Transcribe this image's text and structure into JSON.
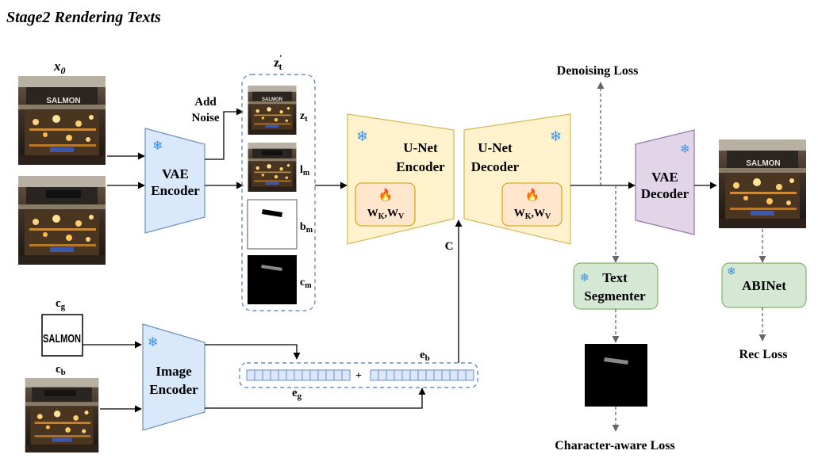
{
  "title": "Stage2 Rendering Texts",
  "inputs": {
    "x0": "x",
    "x0_sub": "0",
    "cg": "c",
    "cg_sub": "g",
    "cg_word": "SALMON",
    "cb": "c",
    "cb_sub": "b",
    "storefront_sign": "SALMON"
  },
  "vae_encoder": {
    "line1": "VAE",
    "line2": "Encoder"
  },
  "add_noise": {
    "line1": "Add",
    "line2": "Noise"
  },
  "latent_group": {
    "label": "z",
    "label_sup": "'",
    "label_sub": "t",
    "items": [
      {
        "name": "z",
        "sub": "t"
      },
      {
        "name": "l",
        "sub": "m"
      },
      {
        "name": "b",
        "sub": "m"
      },
      {
        "name": "c",
        "sub": "m"
      }
    ]
  },
  "unet_encoder": {
    "line1": "U-Net",
    "line2": "Encoder",
    "weights": "W",
    "weights_k": "K",
    "weights_sep": ",W",
    "weights_v": "V"
  },
  "unet_decoder": {
    "line1": "U-Net",
    "line2": "Decoder",
    "weights": "W",
    "weights_k": "K",
    "weights_sep": ",W",
    "weights_v": "V"
  },
  "condition_label": "C",
  "image_encoder": {
    "line1": "Image",
    "line2": "Encoder"
  },
  "embeddings": {
    "plus": "+",
    "eb": "e",
    "eb_sub": "b",
    "eg": "e",
    "eg_sub": "g"
  },
  "vae_decoder": {
    "line1": "VAE",
    "line2": "Decoder"
  },
  "text_segmenter": {
    "line1": "Text",
    "line2": "Segmenter"
  },
  "abinet": {
    "label": "ABINet"
  },
  "losses": {
    "denoising": "Denoising Loss",
    "character_aware": "Character-aware Loss",
    "rec": "Rec Loss"
  },
  "colors": {
    "encoder_blue": "#dae8fc",
    "encoder_blue_stroke": "#6c8ebf",
    "unet_yellow": "#fff2cc",
    "unet_yellow_stroke": "#d6b656",
    "attn_orange": "#ffe6cc",
    "attn_orange_stroke": "#d79b00",
    "decoder_purple": "#e1d5e7",
    "decoder_purple_stroke": "#9673a6",
    "module_green": "#d5e8d4",
    "module_green_stroke": "#82b366",
    "dashed_group": "#6c8ebf",
    "snowflake": "#3d8fe0",
    "arrow": "#000000",
    "dashed_arrow": "#666666"
  },
  "icons": {
    "frozen": "snowflake-icon",
    "trainable": "fire-icon"
  }
}
